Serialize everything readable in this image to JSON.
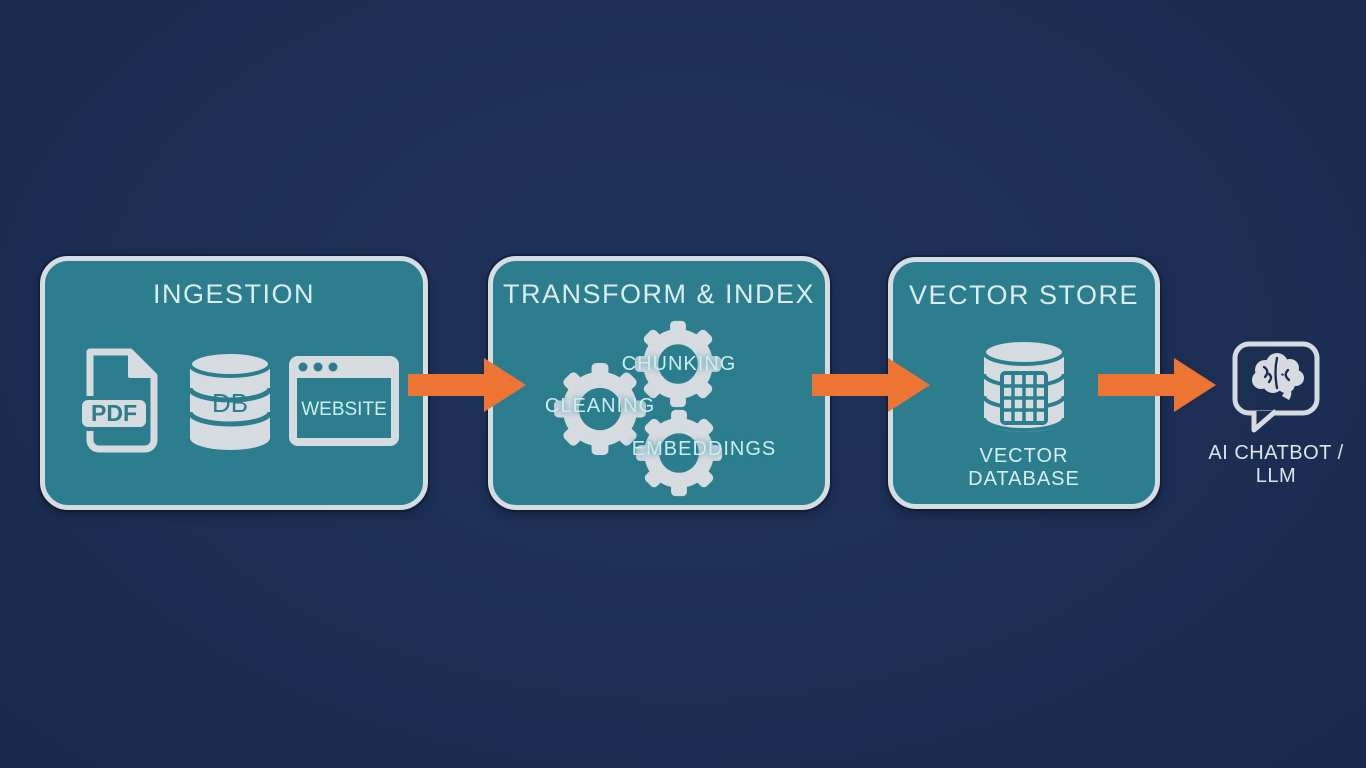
{
  "diagram": {
    "type": "pipeline-flow",
    "colors": {
      "background": "#1c2e53",
      "box_fill": "#2c7e8e",
      "box_border": "#d5dde3",
      "arrow": "#ee7434",
      "title_text": "#dcecee",
      "icon_light": "#d7dce1",
      "label_text": "#c9eef2"
    }
  },
  "stages": [
    {
      "title": "INGESTION",
      "icons": [
        {
          "name": "pdf-file-icon",
          "label": "PDF"
        },
        {
          "name": "database-icon",
          "label": "DB"
        },
        {
          "name": "website-icon",
          "label": "WEBSITE"
        }
      ]
    },
    {
      "title": "TRANSFORM & INDEX",
      "steps": [
        "CHUNKING",
        "CLEANING",
        "EMBEDDINGS"
      ],
      "icon_names": [
        "gear-icon",
        "gear-icon",
        "gear-icon"
      ]
    },
    {
      "title": "VECTOR STORE",
      "icon_name": "vector-database-icon",
      "caption": [
        "VECTOR",
        "DATABASE"
      ]
    }
  ],
  "output": {
    "icon_name": "chat-bubble-brain-icon",
    "label": [
      "AI CHATBOT /",
      "LLM"
    ]
  }
}
